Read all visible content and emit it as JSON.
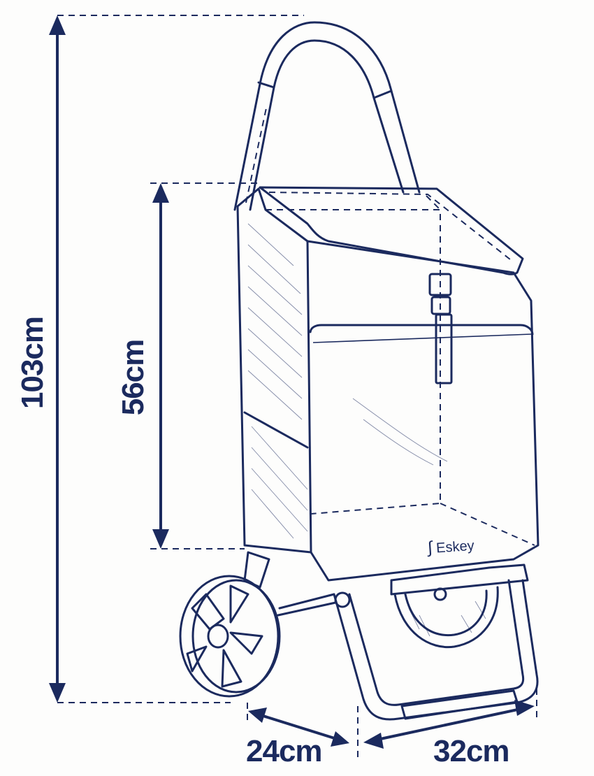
{
  "dimensions": {
    "total_height": "103cm",
    "bag_height": "56cm",
    "depth": "24cm",
    "width": "32cm"
  },
  "brand": {
    "logo_text": "Eskey"
  },
  "colors": {
    "ink": "#1b2a5e",
    "background": "#fdfdfc"
  }
}
